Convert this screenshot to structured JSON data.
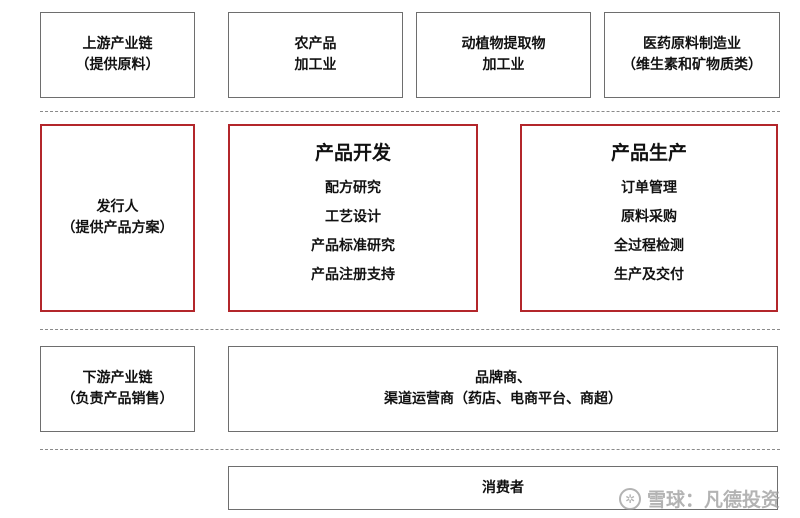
{
  "upstream_row": [
    {
      "line1": "上游产业链",
      "line2": "（提供原料）"
    },
    {
      "line1": "农产品",
      "line2": "加工业"
    },
    {
      "line1": "动植物提取物",
      "line2": "加工业"
    },
    {
      "line1": "医药原料制造业",
      "line2": "（维生素和矿物质类）"
    }
  ],
  "issuer": {
    "line1": "发行人",
    "line2": "（提供产品方案）"
  },
  "product_development": {
    "title": "产品开发",
    "items": [
      "配方研究",
      "工艺设计",
      "产品标准研究",
      "产品注册支持"
    ]
  },
  "product_production": {
    "title": "产品生产",
    "items": [
      "订单管理",
      "原料采购",
      "全过程检测",
      "生产及交付"
    ]
  },
  "downstream": {
    "line1": "下游产业链",
    "line2": "（负责产品销售）"
  },
  "channels": {
    "line1": "品牌商、",
    "line2": "渠道运营商（药店、电商平台、商超）"
  },
  "consumer": {
    "label": "消费者"
  },
  "watermark": {
    "text": "雪球：凡德投资"
  },
  "colors": {
    "accent_border": "#b3262b",
    "box_border": "#6e6e6e"
  }
}
